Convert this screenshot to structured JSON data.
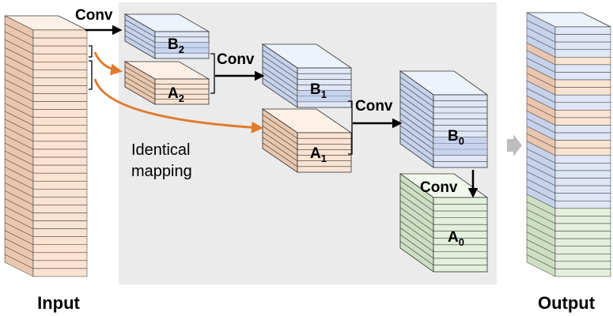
{
  "labels": {
    "input": "Input",
    "output": "Output",
    "conv": "Conv",
    "identical_line1": "Identical",
    "identical_line2": "mapping"
  },
  "blocks": {
    "b2": {
      "letter": "B",
      "sub": "2"
    },
    "a2": {
      "letter": "A",
      "sub": "2"
    },
    "b1": {
      "letter": "B",
      "sub": "1"
    },
    "a1": {
      "letter": "A",
      "sub": "1"
    },
    "b0": {
      "letter": "B",
      "sub": "0"
    },
    "a0": {
      "letter": "A",
      "sub": "0"
    }
  },
  "colors": {
    "orange_front": "#fbe3d2",
    "orange_top": "#fdf0e6",
    "orange_side": "#e9c6ae",
    "blue_front": "#dfe6f5",
    "blue_top": "#eef2fa",
    "blue_side": "#c6d1ea",
    "blue_band": "#b5c3e5",
    "green_front": "#e4efdc",
    "green_top": "#f1f7ec",
    "green_side": "#cddfc2",
    "panel": "#ebebeb",
    "arrow_orange": "#e07b2e",
    "arrow_gray": "#bdbdbd",
    "stroke": "#333333"
  }
}
